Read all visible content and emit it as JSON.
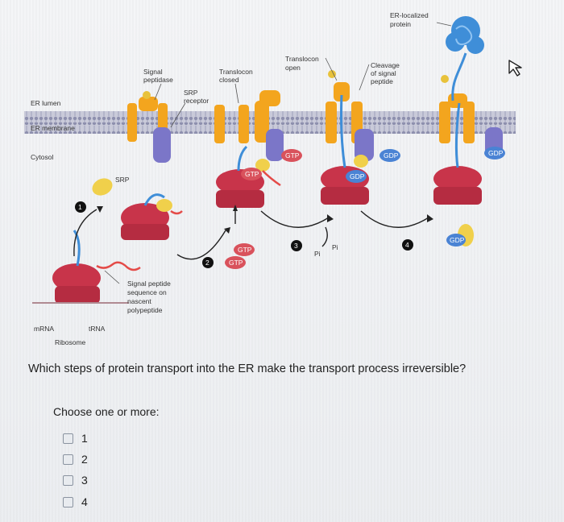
{
  "figure": {
    "labels": {
      "er_lumen": "ER lumen",
      "er_membrane": "ER membrane",
      "cytosol": "Cytosol",
      "srp": "SRP",
      "signal_peptidase_1": "Signal",
      "signal_peptidase_2": "peptidase",
      "srp_receptor_1": "SRP",
      "srp_receptor_2": "receptor",
      "translocon_closed_1": "Translocon",
      "translocon_closed_2": "closed",
      "translocon_open_1": "Translocon",
      "translocon_open_2": "open",
      "cleavage_1": "Cleavage",
      "cleavage_2": "of signal",
      "cleavage_3": "peptide",
      "er_localized_1": "ER-localized",
      "er_localized_2": "protein",
      "signal_seq_1": "Signal peptide",
      "signal_seq_2": "sequence on",
      "signal_seq_3": "nascent",
      "signal_seq_4": "polypeptide",
      "mrna": "mRNA",
      "trna": "tRNA",
      "ribosome": "Ribosome",
      "gtp": "GTP",
      "gdp": "GDP",
      "pi": "Pi",
      "step1": "1",
      "step2": "2",
      "step3": "3",
      "step4": "4"
    }
  },
  "question": {
    "text": "Which steps of protein transport into the ER make the transport process irreversible?",
    "prompt": "Choose one or more:",
    "options": [
      {
        "label": "1",
        "checked": false
      },
      {
        "label": "2",
        "checked": false
      },
      {
        "label": "3",
        "checked": false
      },
      {
        "label": "4",
        "checked": false
      }
    ]
  },
  "colors": {
    "ribosome": "#c8344a",
    "membrane": "#a6a7c2",
    "translocon": "#f3a51e",
    "srp": "#f0d04b",
    "receptor": "#7b76c8",
    "gtp": "#d9525c",
    "gdp": "#4a83d4",
    "protein": "#3f8ed8"
  }
}
